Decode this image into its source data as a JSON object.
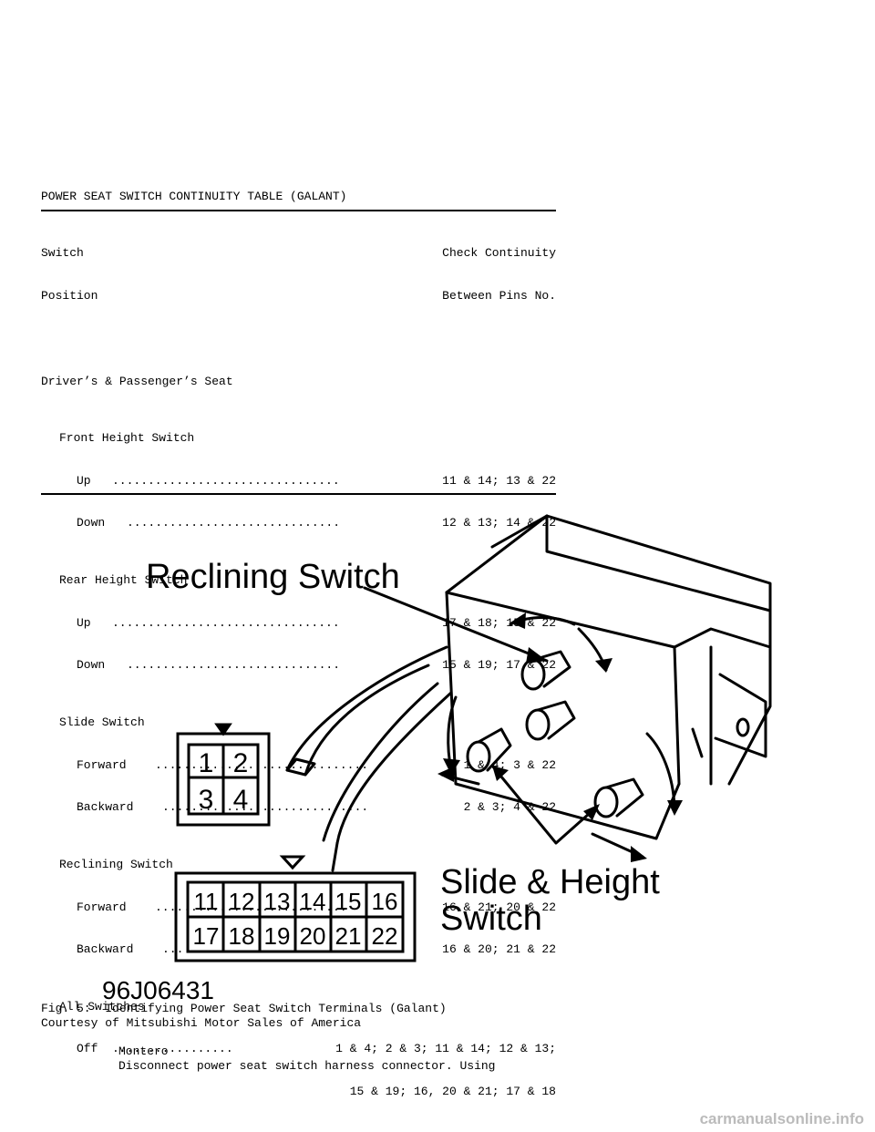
{
  "table": {
    "title": "POWER SEAT SWITCH CONTINUITY TABLE (GALANT)",
    "col1_line1": "Switch",
    "col1_line2": "Position",
    "col2_line1": "Check Continuity",
    "col2_line2": "Between Pins No.",
    "group": "Driver’s & Passenger’s Seat",
    "sections": [
      {
        "name": "Front Height Switch",
        "rows": [
          {
            "label": "Up",
            "dots": "................................",
            "value": "11 & 14; 13 & 22"
          },
          {
            "label": "Down",
            "dots": "..............................",
            "value": "12 & 13; 14 & 22"
          }
        ]
      },
      {
        "name": "Rear Height Switch",
        "rows": [
          {
            "label": "Up",
            "dots": "................................",
            "value": "17 & 18; 15 & 22"
          },
          {
            "label": "Down",
            "dots": "..............................",
            "value": "15 & 19; 17 & 22"
          }
        ]
      },
      {
        "name": "Slide Switch",
        "rows": [
          {
            "label": "Forward",
            "dots": "..............................",
            "value": "1 & 4; 3 & 22"
          },
          {
            "label": "Backward",
            "dots": ".............................",
            "value": "2 & 3; 4 & 22"
          }
        ]
      },
      {
        "name": "Reclining Switch",
        "rows": [
          {
            "label": "Forward",
            "dots": "...........................",
            "value": "16 & 21; 20 & 22"
          },
          {
            "label": "Backward",
            "dots": "..........................",
            "value": "16 & 20; 21 & 22"
          }
        ]
      },
      {
        "name": "All Switches",
        "rows": [
          {
            "label": "Off",
            "dots": ".................",
            "value": "1 & 4; 2 & 3; 11 & 14; 12 & 13;"
          }
        ]
      }
    ],
    "off_cont": "15 & 19; 16, 20 & 21; 17 & 18"
  },
  "figure": {
    "label_reclining": "Reclining Switch",
    "label_slide_1": "Slide & Height",
    "label_slide_2": "Switch",
    "connector_small": [
      "1",
      "2",
      "3",
      "4"
    ],
    "connector_large": [
      "11",
      "12",
      "13",
      "14",
      "15",
      "16",
      "17",
      "18",
      "19",
      "20",
      "21",
      "22"
    ],
    "code": "96J06431"
  },
  "caption": "Fig. 5:  Identifying Power Seat Switch Terminals (Galant)",
  "courtesy": "Courtesy of Mitsubishi Motor Sales of America",
  "section_heading": "Montero",
  "section_text": "Disconnect power seat switch harness connector. Using",
  "watermark": "carmanualsonline.info"
}
